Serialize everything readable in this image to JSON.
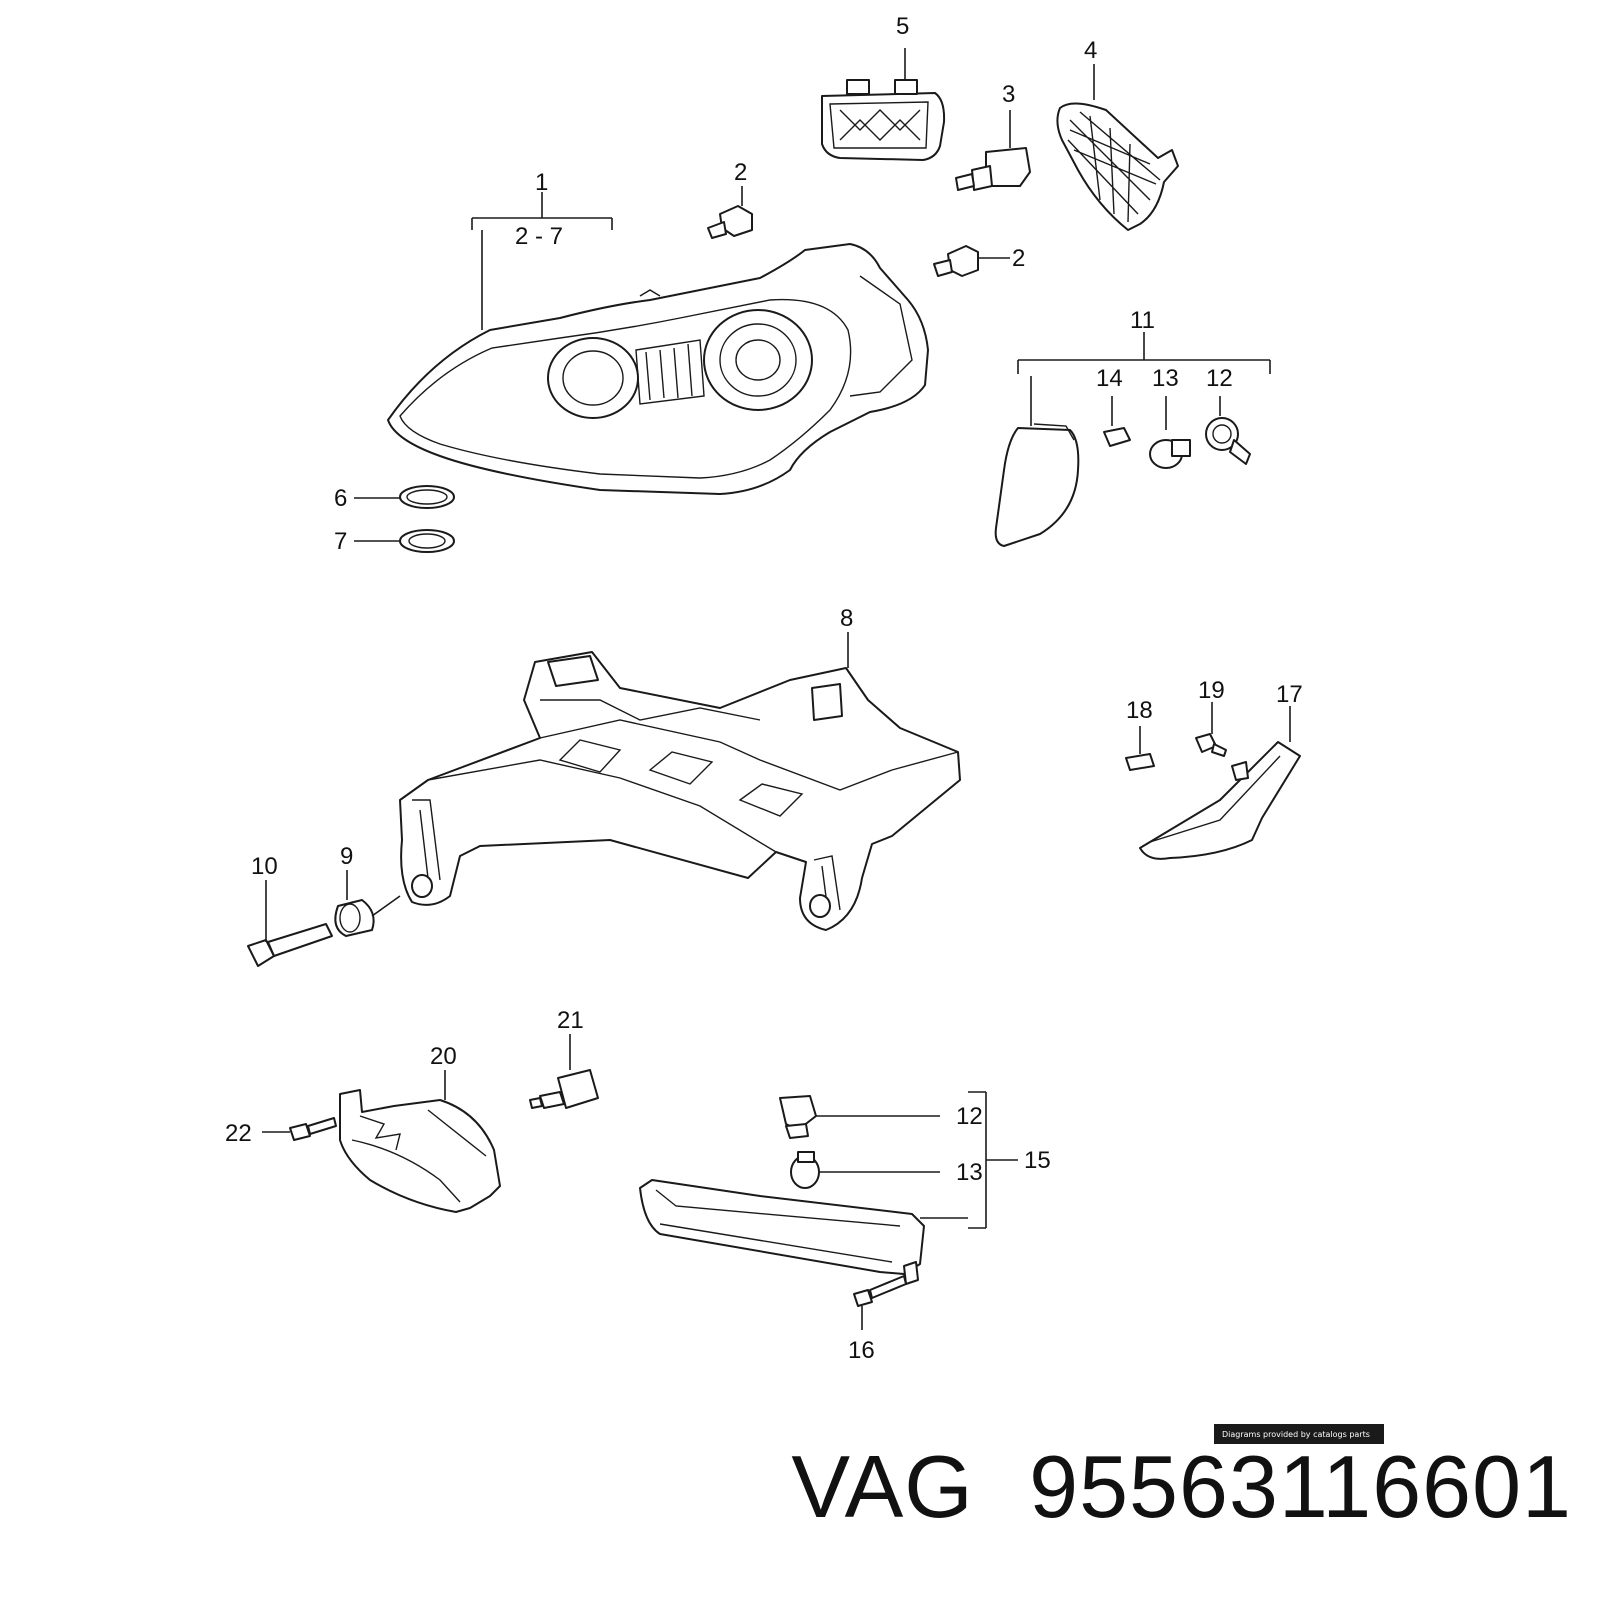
{
  "callouts": {
    "c1": "1",
    "c1_range": "2 - 7",
    "c2a": "2",
    "c2b": "2",
    "c3": "3",
    "c4": "4",
    "c5": "5",
    "c6": "6",
    "c7": "7",
    "c8": "8",
    "c9": "9",
    "c10": "10",
    "c11": "11",
    "c12a": "12",
    "c13a": "13",
    "c14": "14",
    "c12b": "12",
    "c13b": "13",
    "c15": "15",
    "c16": "16",
    "c17": "17",
    "c18": "18",
    "c19": "19",
    "c20": "20",
    "c21": "21",
    "c22": "22"
  },
  "credit": "Diagrams provided by catalogs parts",
  "brand": "VAG",
  "part_number": "95563116601"
}
